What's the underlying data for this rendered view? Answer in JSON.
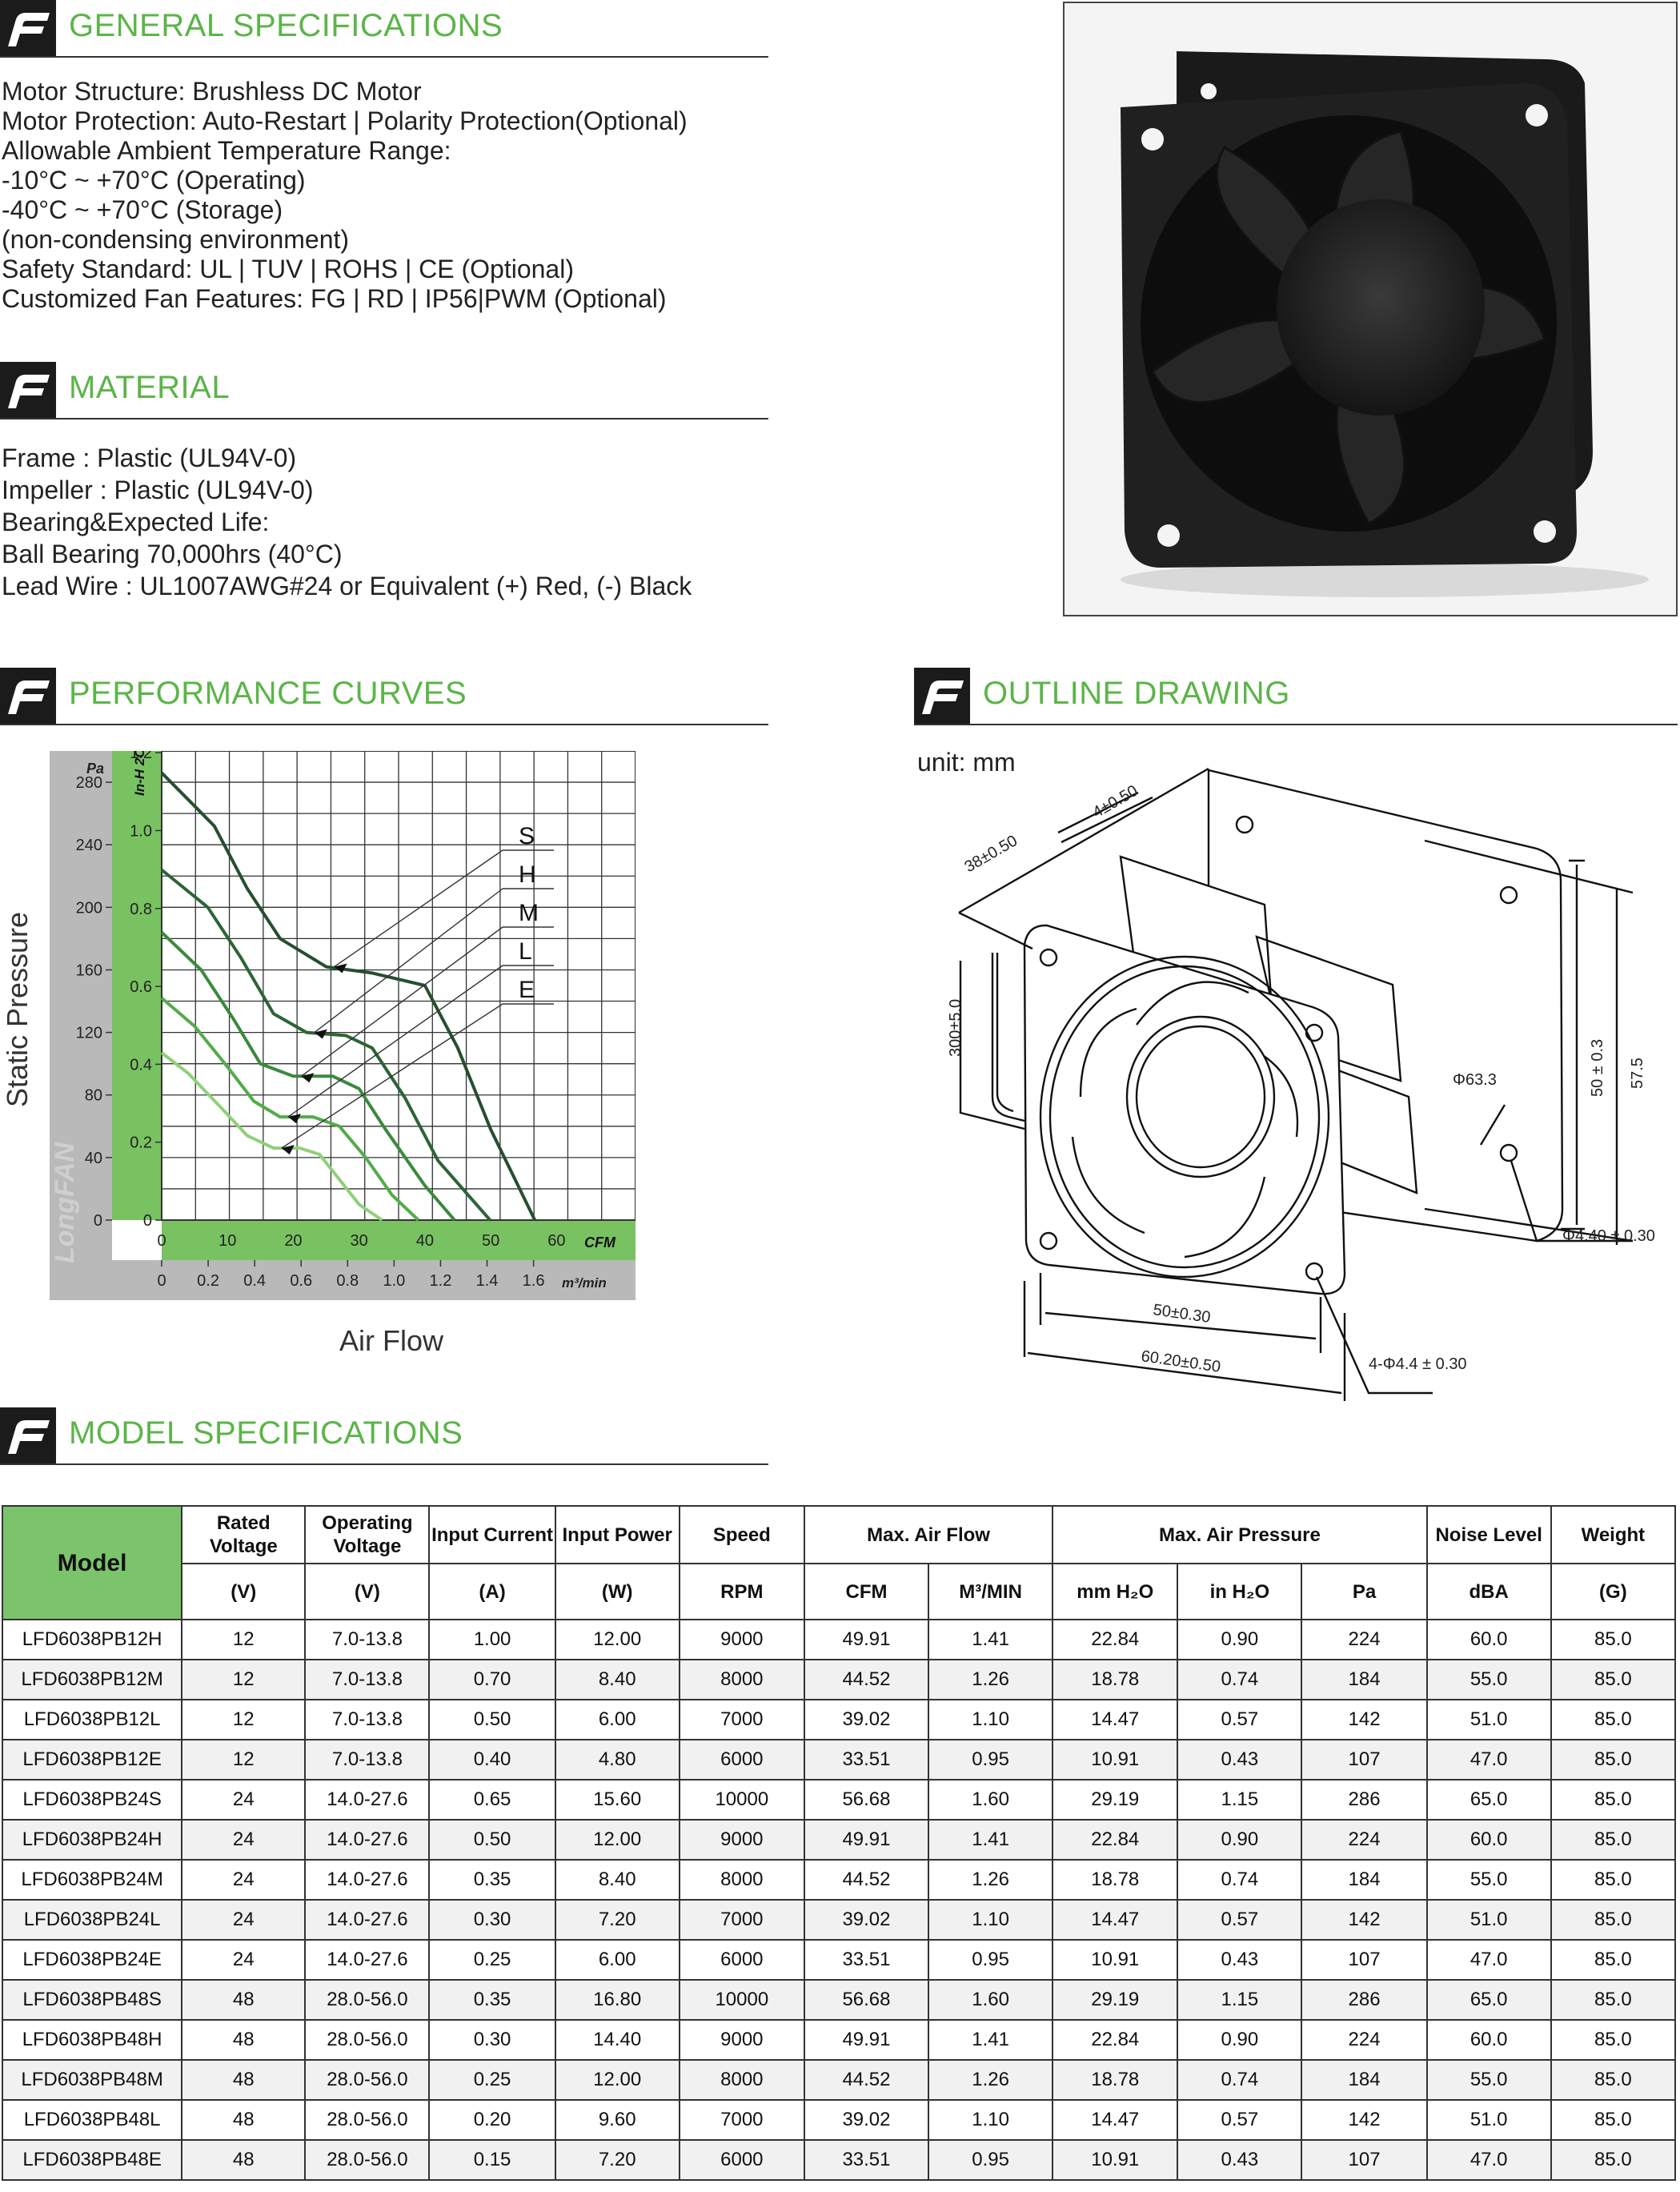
{
  "sections": {
    "general": "GENERAL SPECIFICATIONS",
    "material": "MATERIAL",
    "performance": "PERFORMANCE CURVES",
    "outline": "OUTLINE DRAWING",
    "model": "MODEL SPECIFICATIONS"
  },
  "general_lines": [
    "Motor Structure: Brushless DC Motor",
    "Motor Protection: Auto-Restart | Polarity Protection(Optional)",
    "Allowable Ambient Temperature Range:",
    "-10°C ~ +70°C (Operating)",
    "-40°C ~ +70°C (Storage)",
    "(non-condensing environment)",
    "Safety Standard: UL | TUV | ROHS | CE (Optional)",
    "Customized Fan Features: FG | RD | IP56|PWM (Optional)"
  ],
  "material_lines": [
    "Frame : Plastic (UL94V-0)",
    "Impeller : Plastic (UL94V-0)",
    "Bearing&Expected Life:",
    "Ball Bearing  70,000hrs (40°C)",
    "Lead Wire : UL1007AWG#24 or Equivalent (+) Red, (-) Black"
  ],
  "chart_labels": {
    "y_title": "Static Pressure",
    "x_title": "Air Flow",
    "pa_unit": "Pa",
    "inh2o_unit": "In-H 2O",
    "cfm_unit": "CFM",
    "m3_unit": "m³/min",
    "watermark": "LongFAN"
  },
  "chart_data": {
    "type": "line",
    "xlabel": "Air Flow",
    "ylabel": "Static Pressure",
    "x_unit": "CFM",
    "y_unit": "Pa",
    "xlim": [
      0,
      72
    ],
    "ylim": [
      0,
      300
    ],
    "pa_ticks": [
      "0",
      "40",
      "80",
      "120",
      "160",
      "200",
      "240",
      "280"
    ],
    "inh2o_ticks": [
      "0",
      "0.2",
      "0.4",
      "0.6",
      "0.8",
      "1.0",
      "1.2"
    ],
    "cfm_ticks": [
      "0",
      "10",
      "20",
      "30",
      "40",
      "50",
      "60"
    ],
    "m3_ticks": [
      "0",
      "0.2",
      "0.4",
      "0.6",
      "0.8",
      "1.0",
      "1.2",
      "1.4",
      "1.6"
    ],
    "grid": true,
    "series": [
      {
        "name": "S",
        "x": [
          0,
          8,
          13,
          18,
          25,
          32,
          40,
          45,
          50,
          56.7
        ],
        "y": [
          286,
          252,
          212,
          180,
          162,
          158,
          150,
          110,
          58,
          0
        ]
      },
      {
        "name": "H",
        "x": [
          0,
          7,
          12,
          17,
          22,
          28,
          32,
          37,
          42,
          49.9
        ],
        "y": [
          224,
          200,
          168,
          132,
          120,
          118,
          110,
          78,
          38,
          0
        ]
      },
      {
        "name": "M",
        "x": [
          0,
          6,
          11,
          15,
          20,
          26,
          30,
          34,
          40,
          44.5
        ],
        "y": [
          184,
          160,
          128,
          100,
          92,
          92,
          84,
          58,
          22,
          0
        ]
      },
      {
        "name": "L",
        "x": [
          0,
          5,
          10,
          14,
          18,
          23,
          27,
          31,
          35,
          39
        ],
        "y": [
          142,
          124,
          98,
          76,
          66,
          66,
          60,
          40,
          16,
          0
        ]
      },
      {
        "name": "E",
        "x": [
          0,
          4,
          9,
          13,
          17,
          21,
          24,
          27,
          30,
          33.5
        ],
        "y": [
          107,
          94,
          72,
          54,
          46,
          46,
          42,
          26,
          10,
          0
        ]
      }
    ]
  },
  "outline": {
    "unit": "unit: mm",
    "dims": [
      "38±0.50",
      "4±0.50",
      "300±5.0",
      "Φ63.3",
      "50 ± 0.3",
      "57.5",
      "Φ4.40 ± 0.30",
      "50±0.30",
      "60.20±0.50",
      "4-Φ4.4  ± 0.30"
    ]
  },
  "table": {
    "model_header": "Model",
    "group_headers": [
      "Rated Voltage",
      "Operating Voltage",
      "Input Current",
      "Input Power",
      "Speed",
      "Max. Air Flow",
      "Max. Air Pressure",
      "Noise Level",
      "Weight"
    ],
    "unit_headers": [
      "(V)",
      "(V)",
      "(A)",
      "(W)",
      "RPM",
      "CFM",
      "M³/MIN",
      "mm H₂O",
      "in H₂O",
      "Pa",
      "dBA",
      "(G)"
    ],
    "rows": [
      [
        "LFD6038PB12H",
        "12",
        "7.0-13.8",
        "1.00",
        "12.00",
        "9000",
        "49.91",
        "1.41",
        "22.84",
        "0.90",
        "224",
        "60.0",
        "85.0"
      ],
      [
        "LFD6038PB12M",
        "12",
        "7.0-13.8",
        "0.70",
        "8.40",
        "8000",
        "44.52",
        "1.26",
        "18.78",
        "0.74",
        "184",
        "55.0",
        "85.0"
      ],
      [
        "LFD6038PB12L",
        "12",
        "7.0-13.8",
        "0.50",
        "6.00",
        "7000",
        "39.02",
        "1.10",
        "14.47",
        "0.57",
        "142",
        "51.0",
        "85.0"
      ],
      [
        "LFD6038PB12E",
        "12",
        "7.0-13.8",
        "0.40",
        "4.80",
        "6000",
        "33.51",
        "0.95",
        "10.91",
        "0.43",
        "107",
        "47.0",
        "85.0"
      ],
      [
        "LFD6038PB24S",
        "24",
        "14.0-27.6",
        "0.65",
        "15.60",
        "10000",
        "56.68",
        "1.60",
        "29.19",
        "1.15",
        "286",
        "65.0",
        "85.0"
      ],
      [
        "LFD6038PB24H",
        "24",
        "14.0-27.6",
        "0.50",
        "12.00",
        "9000",
        "49.91",
        "1.41",
        "22.84",
        "0.90",
        "224",
        "60.0",
        "85.0"
      ],
      [
        "LFD6038PB24M",
        "24",
        "14.0-27.6",
        "0.35",
        "8.40",
        "8000",
        "44.52",
        "1.26",
        "18.78",
        "0.74",
        "184",
        "55.0",
        "85.0"
      ],
      [
        "LFD6038PB24L",
        "24",
        "14.0-27.6",
        "0.30",
        "7.20",
        "7000",
        "39.02",
        "1.10",
        "14.47",
        "0.57",
        "142",
        "51.0",
        "85.0"
      ],
      [
        "LFD6038PB24E",
        "24",
        "14.0-27.6",
        "0.25",
        "6.00",
        "6000",
        "33.51",
        "0.95",
        "10.91",
        "0.43",
        "107",
        "47.0",
        "85.0"
      ],
      [
        "LFD6038PB48S",
        "48",
        "28.0-56.0",
        "0.35",
        "16.80",
        "10000",
        "56.68",
        "1.60",
        "29.19",
        "1.15",
        "286",
        "65.0",
        "85.0"
      ],
      [
        "LFD6038PB48H",
        "48",
        "28.0-56.0",
        "0.30",
        "14.40",
        "9000",
        "49.91",
        "1.41",
        "22.84",
        "0.90",
        "224",
        "60.0",
        "85.0"
      ],
      [
        "LFD6038PB48M",
        "48",
        "28.0-56.0",
        "0.25",
        "12.00",
        "8000",
        "44.52",
        "1.26",
        "18.78",
        "0.74",
        "184",
        "55.0",
        "85.0"
      ],
      [
        "LFD6038PB48L",
        "48",
        "28.0-56.0",
        "0.20",
        "9.60",
        "7000",
        "39.02",
        "1.10",
        "14.47",
        "0.57",
        "142",
        "51.0",
        "85.0"
      ],
      [
        "LFD6038PB48E",
        "48",
        "28.0-56.0",
        "0.15",
        "7.20",
        "6000",
        "33.51",
        "0.95",
        "10.91",
        "0.43",
        "107",
        "47.0",
        "85.0"
      ]
    ]
  },
  "colors": {
    "accent": "#5bb548",
    "table_model_bg": "#7cc46c",
    "axis_green": "#79c262",
    "axis_grey": "#b9b9b9",
    "series_colors": [
      "#264f2f",
      "#2d6436",
      "#3a8a3d",
      "#52ac4a",
      "#8fd079"
    ]
  },
  "icons": {
    "section_logo": "f-logo-icon",
    "photo": "fan-photo-icon",
    "drawing": "fan-outline-drawing-icon"
  }
}
